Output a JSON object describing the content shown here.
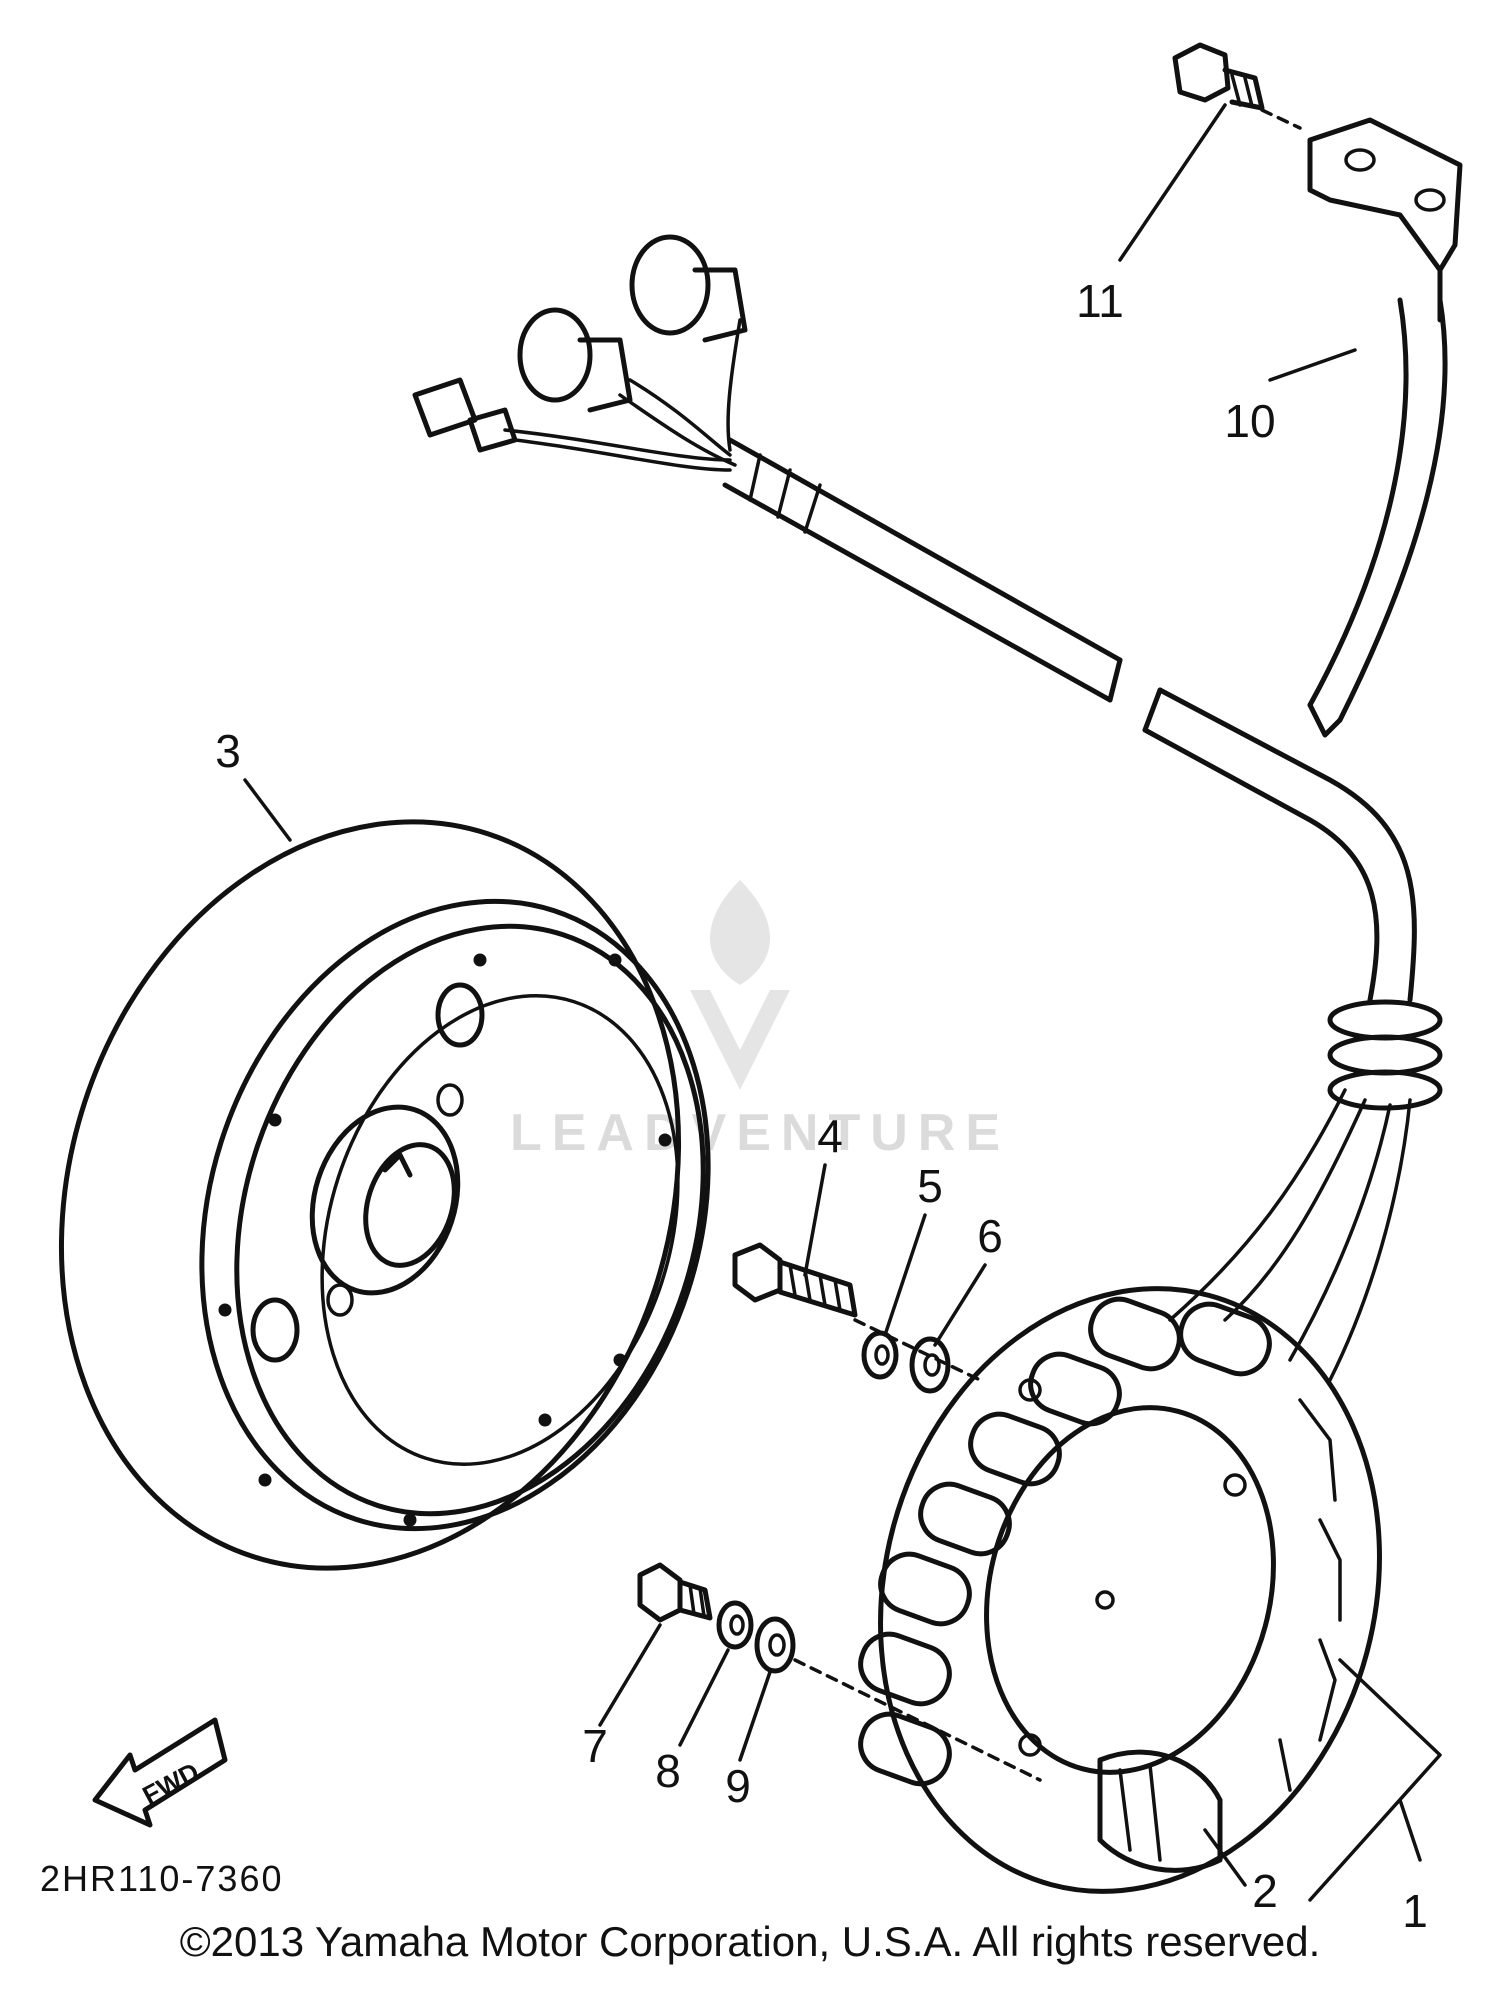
{
  "diagram": {
    "callouts": [
      {
        "id": "1",
        "label": "1"
      },
      {
        "id": "2",
        "label": "2"
      },
      {
        "id": "3",
        "label": "3"
      },
      {
        "id": "4",
        "label": "4"
      },
      {
        "id": "5",
        "label": "5"
      },
      {
        "id": "6",
        "label": "6"
      },
      {
        "id": "7",
        "label": "7"
      },
      {
        "id": "8",
        "label": "8"
      },
      {
        "id": "9",
        "label": "9"
      },
      {
        "id": "10",
        "label": "10"
      },
      {
        "id": "11",
        "label": "11"
      }
    ],
    "direction_label": "FWD",
    "drawing_code": "2HR110-7360",
    "watermark": "LEADVENTURE",
    "copyright": "©2013 Yamaha Motor Corporation, U.S.A. All rights reserved."
  }
}
